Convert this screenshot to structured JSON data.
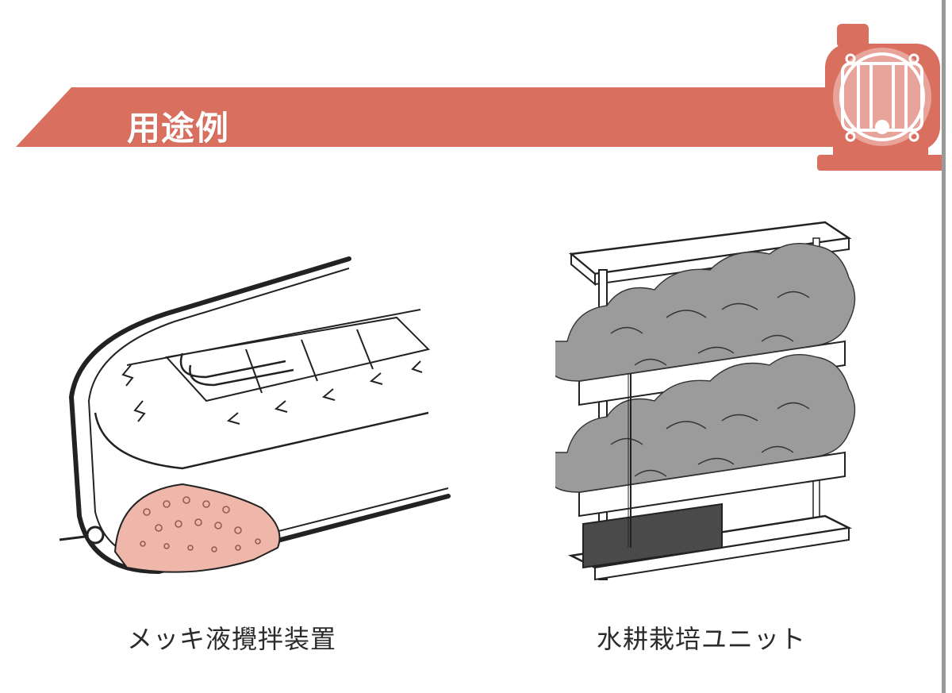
{
  "section": {
    "title": "用途例"
  },
  "examples": [
    {
      "caption": "メッキ液攪拌装置",
      "icon": "plating-tank-agitator-illustration"
    },
    {
      "caption": "水耕栽培ユニット",
      "icon": "hydroponic-unit-illustration"
    }
  ],
  "colors": {
    "banner": "#d9705f",
    "banner_light": "#e8a39a",
    "diffuser": "#efb7a9"
  }
}
